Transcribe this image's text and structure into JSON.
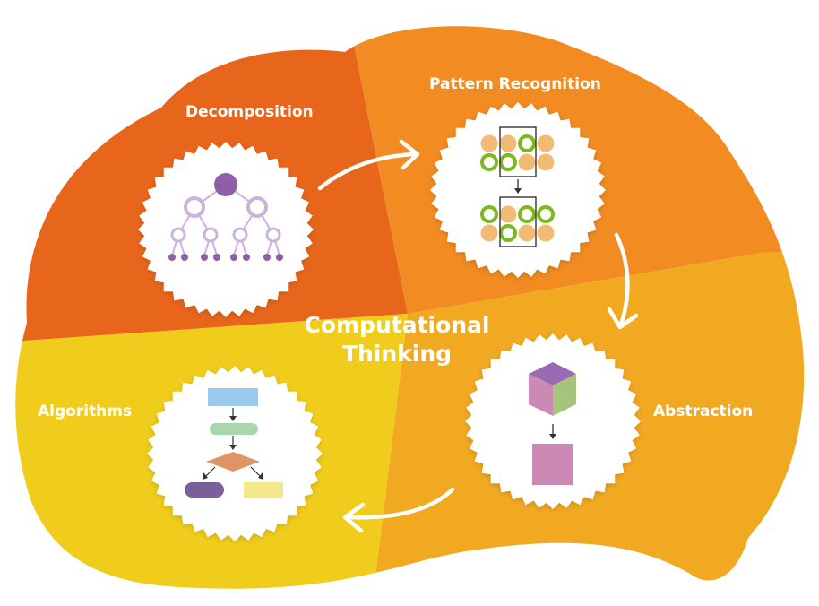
{
  "diagram": {
    "title_line1": "Computational",
    "title_line2": "Thinking",
    "stages": [
      {
        "label": "Decomposition",
        "icon": "tree-icon"
      },
      {
        "label": "Pattern Recognition",
        "icon": "pattern-grid-icon"
      },
      {
        "label": "Abstraction",
        "icon": "cube-to-square-icon"
      },
      {
        "label": "Algorithms",
        "icon": "flowchart-icon"
      }
    ],
    "colors": {
      "decomposition": "#e8661b",
      "pattern_recognition": "#f28b21",
      "abstraction": "#f2a922",
      "algorithms": "#f0cd1c",
      "purple": "#8d5fa8",
      "lavender_ring": "#c9b4dc",
      "green_ring": "#7cba1e",
      "peach_dot": "#f2bb74",
      "cube_top": "#9a6ab2",
      "cube_left": "#cc89b6",
      "cube_right": "#a7c47d",
      "square": "#cc89b6",
      "flow_blue": "#99c9ee",
      "flow_green": "#a8d6ad",
      "flow_diamond": "#de9464",
      "flow_purple": "#7a5f98",
      "flow_yellow": "#f3e88c"
    }
  }
}
